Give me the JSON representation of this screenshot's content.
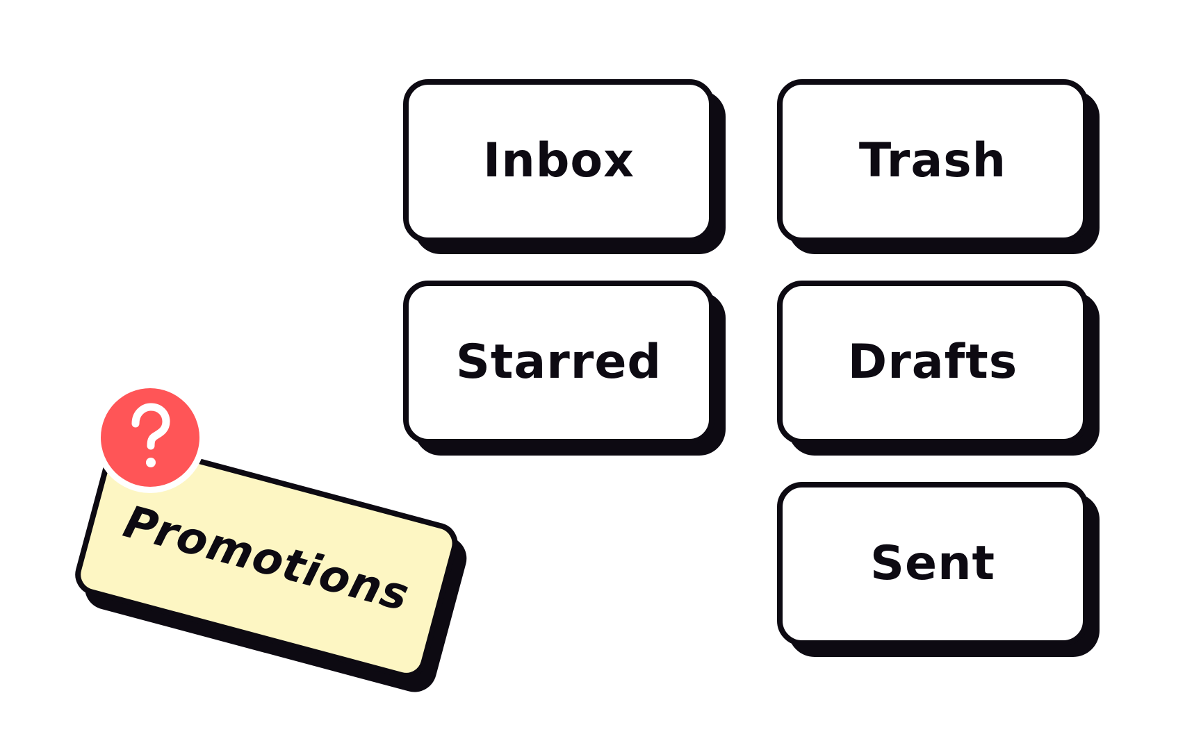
{
  "colors": {
    "ink": "#0d0a12",
    "card_fill": "#ffffff",
    "promo_fill": "#fdf6c3",
    "badge_fill": "#ff5557",
    "background": "#ffffff"
  },
  "folders": {
    "inbox": "Inbox",
    "trash": "Trash",
    "starred": "Starred",
    "drafts": "Drafts",
    "sent": "Sent"
  },
  "unsorted": {
    "label": "Promotions",
    "badge_icon": "question-mark-icon"
  }
}
